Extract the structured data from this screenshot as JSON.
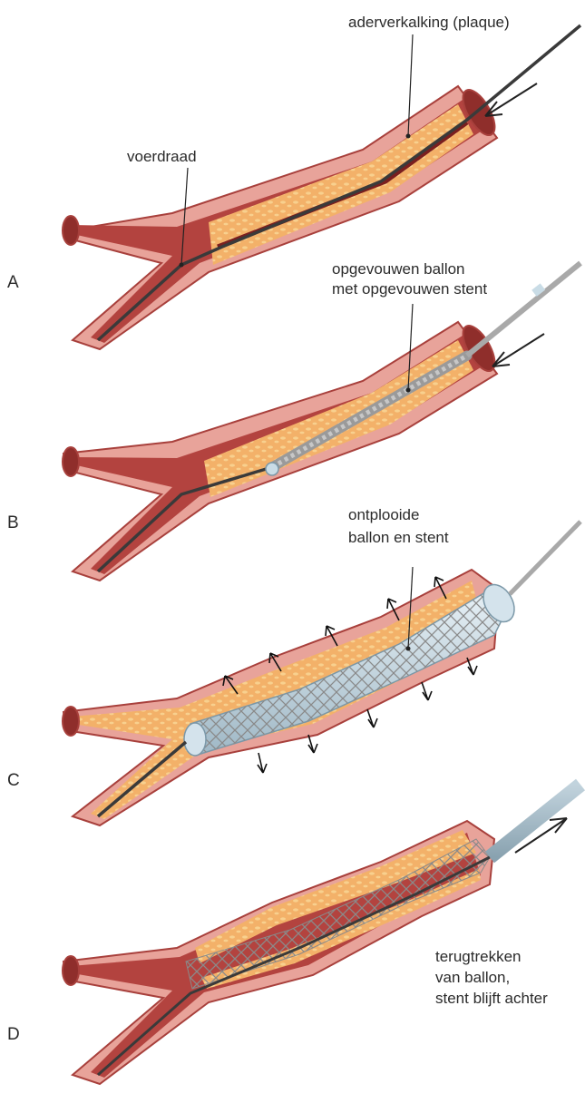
{
  "panels": [
    {
      "id": "A",
      "step_label": "A",
      "labels": [
        "aderverkalking (plaque)",
        "voerdraad"
      ]
    },
    {
      "id": "B",
      "step_label": "B",
      "labels": [
        "opgevouwen ballon",
        "met opgevouwen stent"
      ]
    },
    {
      "id": "C",
      "step_label": "C",
      "labels": [
        "ontplooide",
        "ballon en stent"
      ]
    },
    {
      "id": "D",
      "step_label": "D",
      "labels": [
        "terugtrekken",
        "van ballon,",
        "stent blijft achter"
      ]
    }
  ],
  "colors": {
    "vessel_wall": "#e8a39a",
    "vessel_outline": "#a8403c",
    "lumen": "#b3433f",
    "plaque": "#f3b169",
    "plaque_speckle": "#f8d08e",
    "guidewire": "#3a3a3a",
    "balloon": "#c9dce6",
    "stent": "#8c8c8c"
  }
}
